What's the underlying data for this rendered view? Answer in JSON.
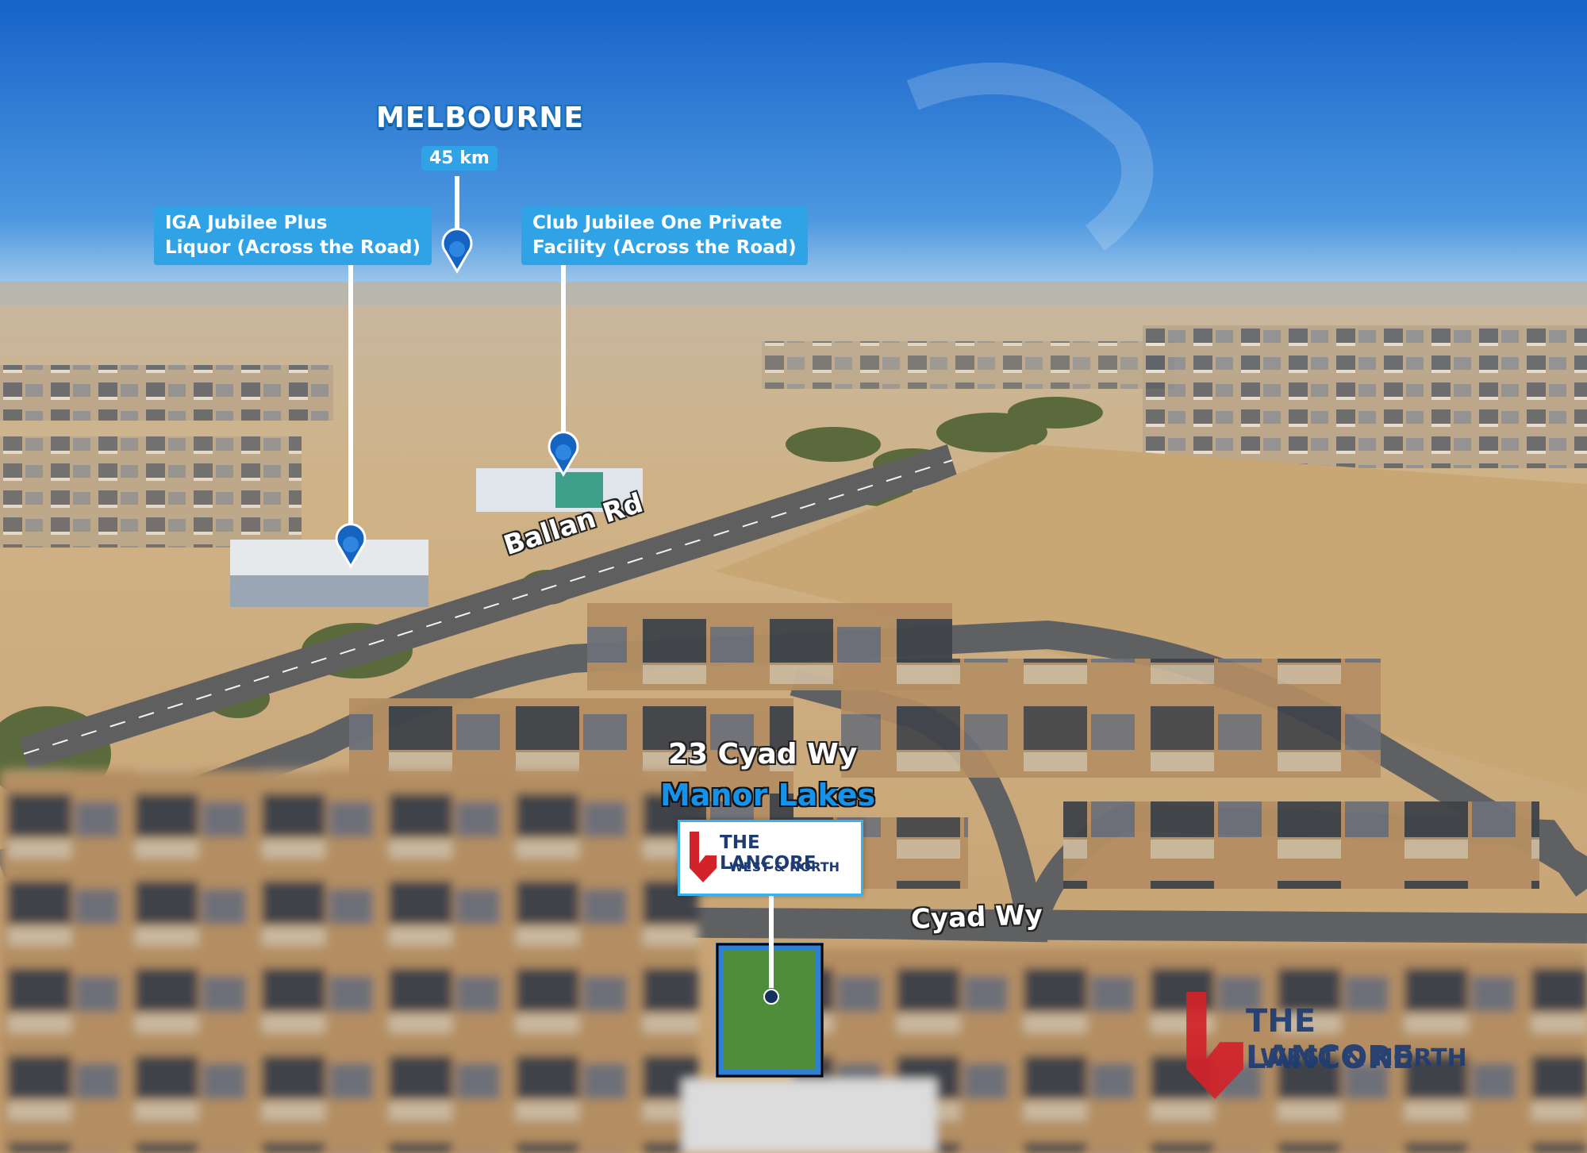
{
  "photo": {
    "colors": {
      "sky_top": "#1663c9",
      "sky_bottom": "#6fb2ea",
      "land": "#c9a878",
      "grass": "#b99a6a",
      "road": "#6b6b6b",
      "accent": "#2fa3e6",
      "lot": "#4e8a3a",
      "brand_navy": "#1e3c73",
      "brand_red": "#d2232a"
    }
  },
  "destination": {
    "city": "MELBOURNE",
    "distance": "45 km"
  },
  "callouts": [
    {
      "line1": "IGA Jubilee Plus",
      "line2": "Liquor (Across the Road)"
    },
    {
      "line1": "Club Jubilee One Private",
      "line2": "Facility (Across the Road)"
    }
  ],
  "roads": {
    "main": "Ballan Rd",
    "street": "Cyad Wy"
  },
  "property": {
    "address_line1": "23 Cyad Wy",
    "address_line2": "Manor Lakes"
  },
  "brand": {
    "name_line1": "THE LANCORE",
    "name_line2": "WEST & NORTH"
  }
}
